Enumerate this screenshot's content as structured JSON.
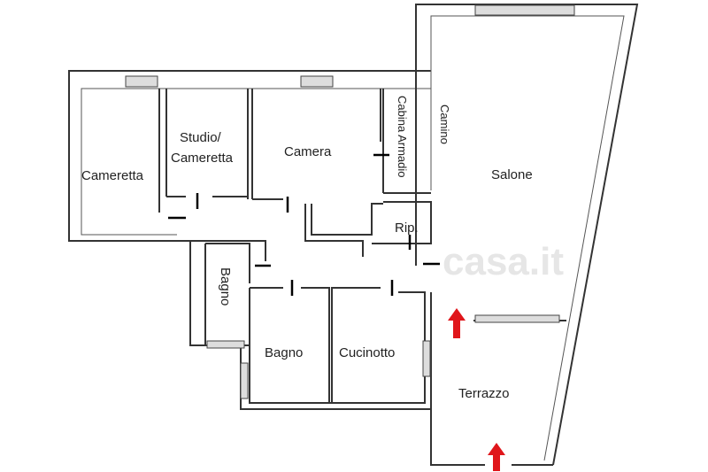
{
  "rooms": {
    "cameretta": "Cameretta",
    "studio_line1": "Studio/",
    "studio_line2": "Cameretta",
    "camera": "Camera",
    "cabina_armadio": "Cabina Armadio",
    "camino": "Camino",
    "salone": "Salone",
    "ripostiglio": "Rip.",
    "bagno_small": "Bagno",
    "bagno": "Bagno",
    "cucinotto": "Cucinotto",
    "terrazzo": "Terrazzo"
  },
  "watermark": "casa.it",
  "colors": {
    "arrow": "#e0161b",
    "wall": "#333333"
  }
}
